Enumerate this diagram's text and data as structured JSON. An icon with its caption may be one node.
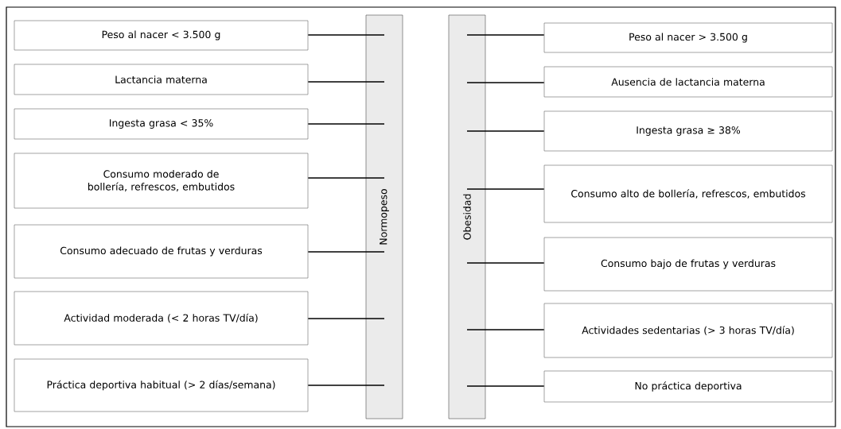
{
  "diagram": {
    "nodes": [
      {
        "text": [
          "Peso al nacer < 3.500 g"
        ]
      },
      {
        "text": [
          "Lactancia materna"
        ]
      },
      {
        "text": [
          "Ingesta grasa < 35%"
        ]
      },
      {
        "text": [
          "Consumo moderado de bollería, refrescos, embutidos"
        ]
      },
      {
        "text": [
          "Consumo adecuado de frutas y verduras"
        ]
      },
      {
        "text": [
          "Actividad moderada (< 2 horas TV/día)"
        ]
      },
      {
        "text": [
          "Práctica deportiva habitual (> 2 días/semana)"
        ]
      },
      {
        "text": [
          "Normopeso"
        ]
      },
      {
        "text": [
          "Obesidad"
        ]
      },
      {
        "text": [
          "Peso al nacer > 3.500 g"
        ]
      },
      {
        "text": [
          "Ausencia de lactancia materna"
        ]
      },
      {
        "text": [
          "Ingesta grasa ≥ 38%"
        ]
      },
      {
        "text": [
          "Consumo alto de bollería, refrescos, embutidos"
        ]
      },
      {
        "text": [
          "Consumo bajo de frutas y verduras"
        ]
      },
      {
        "text": [
          "Actividades sedentarias (> 3 horas TV/día)"
        ]
      },
      {
        "text": [
          "No práctica deportiva"
        ]
      }
    ],
    "edges": [
      {
        "from": 0,
        "to": 7,
        "arrow": "none"
      },
      {
        "from": 1,
        "to": 7,
        "arrow": "none"
      },
      {
        "from": 2,
        "to": 7,
        "arrow": "none"
      },
      {
        "from": 3,
        "to": 7,
        "arrow": "none"
      },
      {
        "from": 4,
        "to": 7,
        "arrow": "none"
      },
      {
        "from": 5,
        "to": 7,
        "arrow": "none"
      },
      {
        "from": 6,
        "to": 7,
        "arrow": "none"
      },
      {
        "from": 8,
        "to": 9,
        "arrow": "none"
      },
      {
        "from": 8,
        "to": 10,
        "arrow": "none"
      },
      {
        "from": 8,
        "to": 11,
        "arrow": "none"
      },
      {
        "from": 8,
        "to": 12,
        "arrow": "none"
      },
      {
        "from": 8,
        "to": 13,
        "arrow": "none"
      },
      {
        "from": 8,
        "to": 14,
        "arrow": "none"
      },
      {
        "from": 8,
        "to": 15,
        "arrow": "none"
      }
    ]
  }
}
